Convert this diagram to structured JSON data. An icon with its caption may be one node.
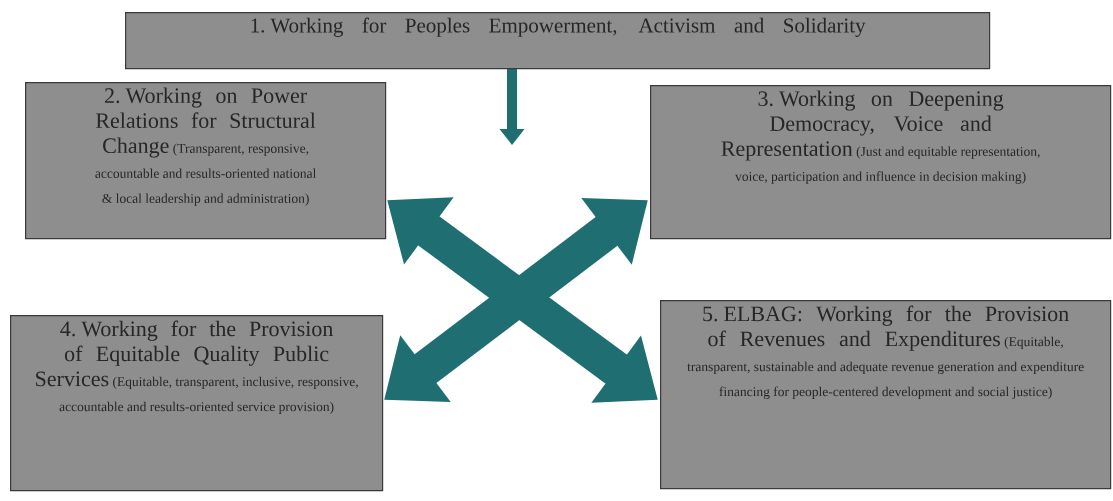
{
  "diagram": {
    "nodes": [
      {
        "text": [
          "1. Working for Peoples Empowerment, Activism and Solidarity"
        ]
      },
      {
        "text": [
          "2. Working on Power Relations for Structural Change",
          "(Transparent, responsive, accountable and results-oriented national & local leadership and administration)"
        ]
      },
      {
        "text": [
          "3. Working on Deepening Democracy, Voice and Representation",
          "(Just and equitable representation, voice, participation and influence in decision making)"
        ]
      },
      {
        "text": [
          "4. Working for the Provision of Equitable Quality Public Services",
          "(Equitable, transparent, inclusive, responsive, accountable and results-oriented service provision)"
        ]
      },
      {
        "text": [
          "5. ELBAG: Working for the Provision of Revenues and Expenditures",
          "(Equitable, transparent, sustainable and adequate revenue generation and expenditure financing for people-centered development and social justice)"
        ]
      }
    ],
    "edges": [
      {
        "from": 0,
        "to": null,
        "arrow": "to"
      },
      {
        "from": 1,
        "to": 4,
        "arrow": "both"
      },
      {
        "from": 2,
        "to": 3,
        "arrow": "both"
      }
    ]
  }
}
